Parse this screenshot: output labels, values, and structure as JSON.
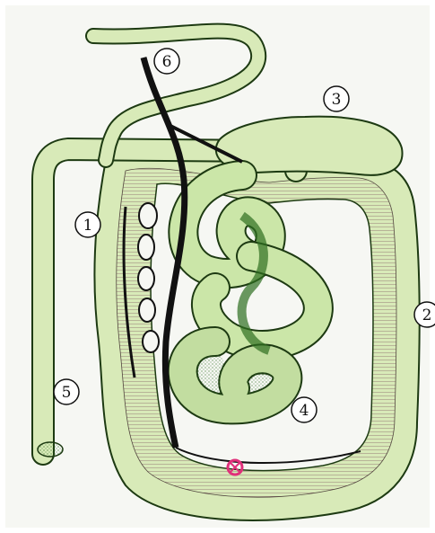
{
  "callouts": [
    {
      "id": "1",
      "label": "1"
    },
    {
      "id": "2",
      "label": "2"
    },
    {
      "id": "3",
      "label": "3"
    },
    {
      "id": "4",
      "label": "4"
    },
    {
      "id": "5",
      "label": "5"
    },
    {
      "id": "6",
      "label": "6"
    }
  ],
  "colors": {
    "background": "#ffffff",
    "frame_bg": "#f6f7f3",
    "tube_fill": "#d8eab8",
    "tube_outline": "#1d3a12",
    "coil_fill": "#cbe6a8",
    "coil_stipple": "#2e6d1f",
    "mucosa_striation": "#7a4a5a",
    "vessel": "#111111",
    "highlight": "#e0307a"
  }
}
